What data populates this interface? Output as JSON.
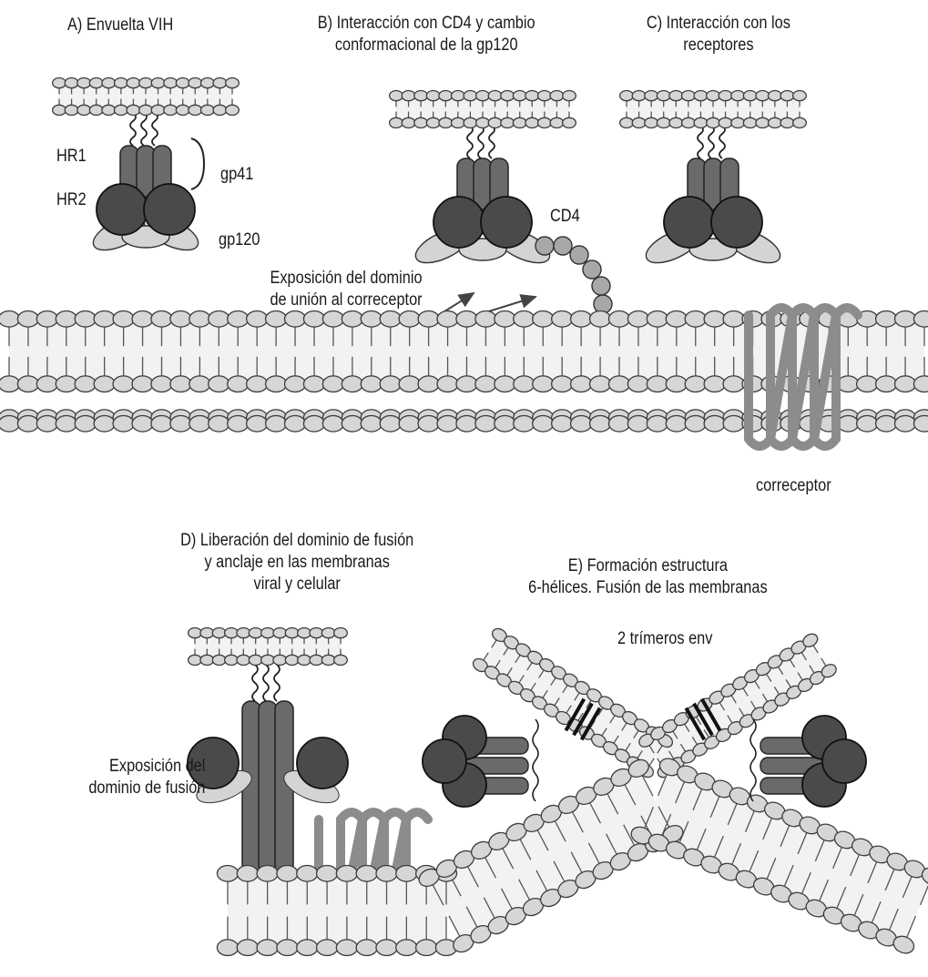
{
  "colors": {
    "head_fill": "#d6d6d6",
    "head_stroke": "#3c3c3c",
    "leaflet_fill": "#f2f2f2",
    "gp120_fill": "#4a4a4a",
    "gp41_fill": "#6a6a6a",
    "cd4_fill": "#a8a8a8",
    "coreceptor": "#8c8c8c",
    "petal_fill": "#d4d4d4"
  },
  "panels": {
    "a": {
      "title": "A) Envuelta VIH",
      "hr1": "HR1",
      "hr2": "HR2",
      "gp41": "gp41",
      "gp120": "gp120"
    },
    "b": {
      "title": "B) Interacción con CD4 y cambio\nconformacional de la gp120",
      "cd4": "CD4",
      "exposure": "Exposición del dominio\nde unión al correceptor"
    },
    "c": {
      "title": "C) Interacción con los\nreceptores",
      "coreceptor": "correceptor"
    },
    "d": {
      "title": "D) Liberación del dominio de fusión\ny anclaje en las membranas\nviral y celular",
      "exposure": "Exposición del\ndominio de fusión"
    },
    "e": {
      "title": "E) Formación estructura\n6-hélices. Fusión de las membranas",
      "trimers": "2 trímeros env"
    }
  }
}
